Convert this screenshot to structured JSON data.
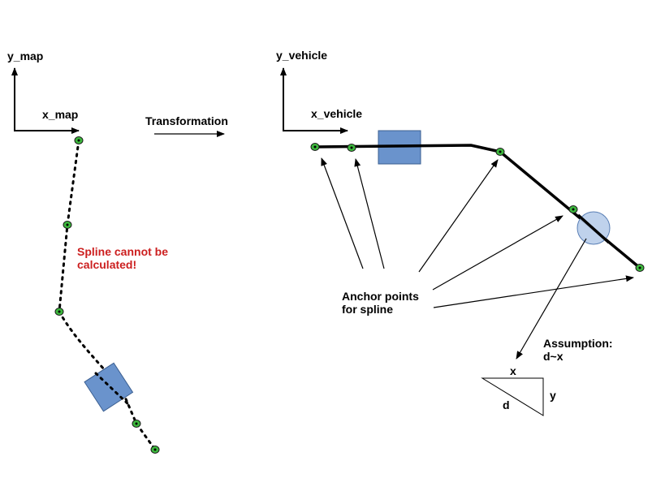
{
  "left_frame": {
    "y_label": "y_map",
    "x_label": "x_map"
  },
  "transformation_label": "Transformation",
  "right_frame": {
    "y_label": "y_vehicle",
    "x_label": "x_vehicle"
  },
  "warning": {
    "line1": "Spline cannot be",
    "line2": "calculated!"
  },
  "anchor_note": {
    "line1": "Anchor points",
    "line2": "for spline"
  },
  "assumption": {
    "line1": "Assumption:",
    "line2": "d~x"
  },
  "triangle_labels": {
    "x": "x",
    "y": "y",
    "d": "d"
  },
  "colors": {
    "warning_text": "#cc1f1f",
    "anchor_point": "#3db83d",
    "obstacle_box": "#6a93cc",
    "obstacle_circle": "#b8cdea",
    "line": "#000000"
  }
}
